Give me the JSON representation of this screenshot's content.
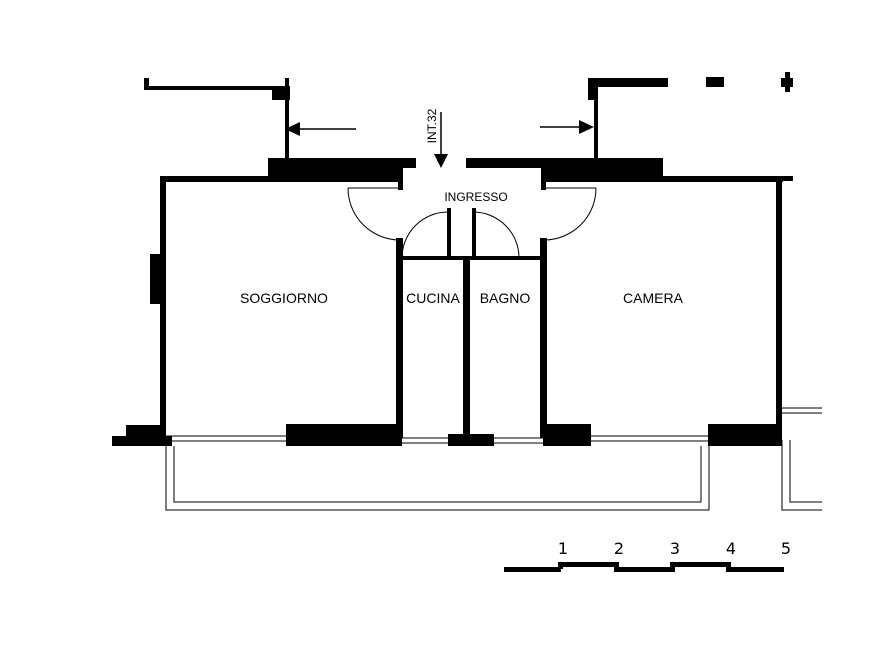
{
  "floorplan": {
    "rooms": {
      "living": "SOGGIORNO",
      "kitchen": "CUCINA",
      "bath": "BAGNO",
      "bedroom": "CAMERA",
      "entrance": "INGRESSO"
    },
    "unit_label": "INT.32",
    "scale_bar": {
      "ticks": [
        "1",
        "2",
        "3",
        "4",
        "5"
      ]
    }
  }
}
